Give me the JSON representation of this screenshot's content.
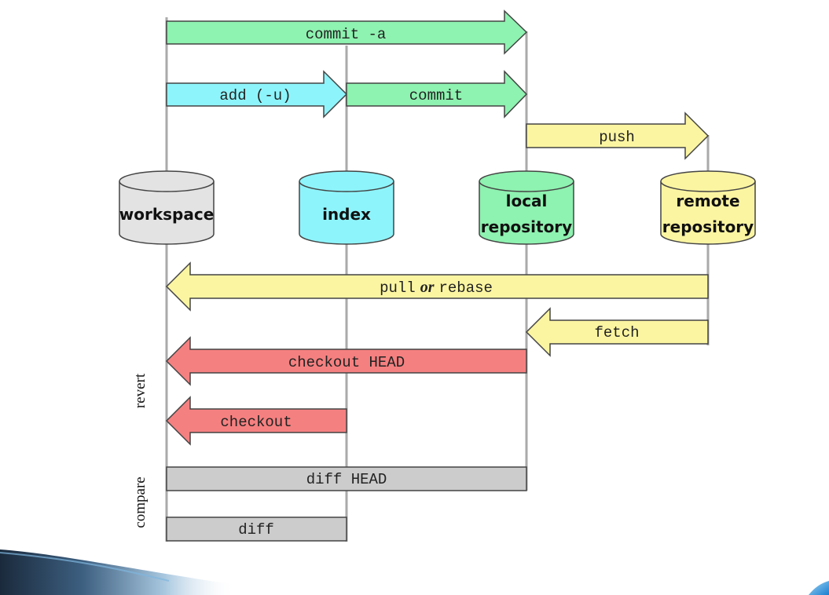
{
  "stores": {
    "workspace": "workspace",
    "index": "index",
    "local": [
      "local",
      "repository"
    ],
    "remote": [
      "remote",
      "repository"
    ]
  },
  "commands": {
    "commit_a": "commit -a",
    "add": "add (-u)",
    "commit": "commit",
    "push": "push",
    "pull": "pull",
    "pull_or": "or",
    "rebase": "rebase",
    "fetch": "fetch",
    "checkout_head": "checkout HEAD",
    "checkout": "checkout",
    "diff_head": "diff HEAD",
    "diff": "diff"
  },
  "sections": {
    "revert": "revert",
    "compare": "compare"
  },
  "colors": {
    "green": "#8ef2b0",
    "cyan": "#8ef4fb",
    "yellow": "#fbf5a2",
    "red": "#f58080",
    "gray": "#cccccc",
    "workspace_fill": "#e3e3e3",
    "lane": "#aaaaaa"
  }
}
